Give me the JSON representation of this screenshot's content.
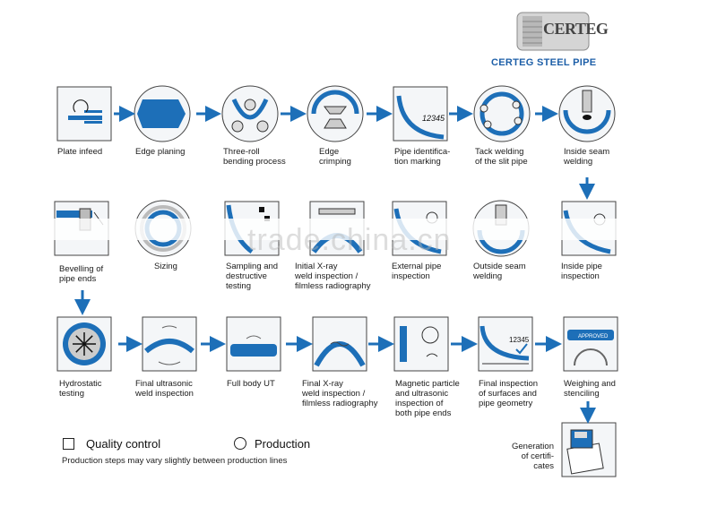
{
  "brand": {
    "logo_text": "CERTEG",
    "name": "CERTEG STEEL PIPE",
    "accent": "#1d6fb8"
  },
  "steps": [
    {
      "label": "Plate infeed",
      "shape": "square",
      "icon": "plate-infeed-icon"
    },
    {
      "label": "Edge planing",
      "shape": "circle",
      "icon": "edge-planing-icon"
    },
    {
      "label": "Three-roll\nbending process",
      "shape": "circle",
      "icon": "three-roll-bending-icon"
    },
    {
      "label": "Edge\ncrimping",
      "shape": "circle",
      "icon": "edge-crimping-icon"
    },
    {
      "label": "Pipe identifica-\ntion marking",
      "shape": "square",
      "icon": "pipe-marking-icon",
      "text": "12345"
    },
    {
      "label": "Tack welding\nof the slit pipe",
      "shape": "circle",
      "icon": "tack-welding-icon"
    },
    {
      "label": "Inside seam\nwelding",
      "shape": "circle",
      "icon": "inside-seam-welding-icon"
    },
    {
      "label": "Bevelling of\npipe ends",
      "shape": "square",
      "icon": "bevelling-icon"
    },
    {
      "label": "Sizing",
      "shape": "circle",
      "icon": "sizing-icon"
    },
    {
      "label": "Sampling and\ndestructive\ntesting",
      "shape": "square",
      "icon": "sampling-icon"
    },
    {
      "label": "Initial X-ray\nweld inspection /\nfilmless radiography",
      "shape": "square",
      "icon": "initial-xray-icon"
    },
    {
      "label": "External pipe\ninspection",
      "shape": "square",
      "icon": "external-inspection-icon"
    },
    {
      "label": "Outside seam\nwelding",
      "shape": "circle",
      "icon": "outside-seam-welding-icon"
    },
    {
      "label": "Inside pipe\ninspection",
      "shape": "square",
      "icon": "inside-inspection-icon"
    },
    {
      "label": "Hydrostatic\ntesting",
      "shape": "square",
      "icon": "hydrostatic-icon"
    },
    {
      "label": "Final ultrasonic\nweld inspection",
      "shape": "square",
      "icon": "final-ultrasonic-icon"
    },
    {
      "label": "Full body UT",
      "shape": "square",
      "icon": "full-body-ut-icon"
    },
    {
      "label": "Final X-ray\nweld inspection /\nfilmless radiography",
      "shape": "square",
      "icon": "final-xray-icon"
    },
    {
      "label": "Magnetic particle\nand ultrasonic\ninspection of\nboth pipe ends",
      "shape": "square",
      "icon": "magnetic-particle-icon"
    },
    {
      "label": "Final inspection\nof surfaces and\npipe geometry",
      "shape": "square",
      "icon": "final-inspection-icon",
      "text": "12345"
    },
    {
      "label": "Weighing and\nstenciling",
      "shape": "square",
      "icon": "weighing-icon",
      "text": "APPROVED"
    },
    {
      "label": "Generation\nof certifi-\ncates",
      "shape": "square",
      "icon": "certificates-icon"
    }
  ],
  "legend": {
    "quality": "Quality control",
    "production": "Production"
  },
  "note": "Production steps may vary slightly between production lines",
  "watermark": "trade.china.cn"
}
